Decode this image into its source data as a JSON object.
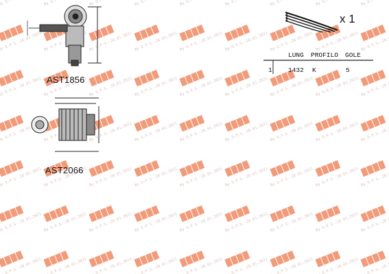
{
  "watermark": {
    "logo_color": "#f08a63",
    "text": "By O.P.S.-28.01.2021"
  },
  "parts": [
    {
      "code": "AST1856"
    },
    {
      "code": "AST2066"
    }
  ],
  "belt": {
    "quantity": "x 1",
    "table": {
      "headers": [
        "LUNG",
        "PROFILO",
        "GOLE"
      ],
      "row": {
        "index": "1",
        "lung": "1432",
        "profilo": "K",
        "gole": "5"
      }
    }
  }
}
